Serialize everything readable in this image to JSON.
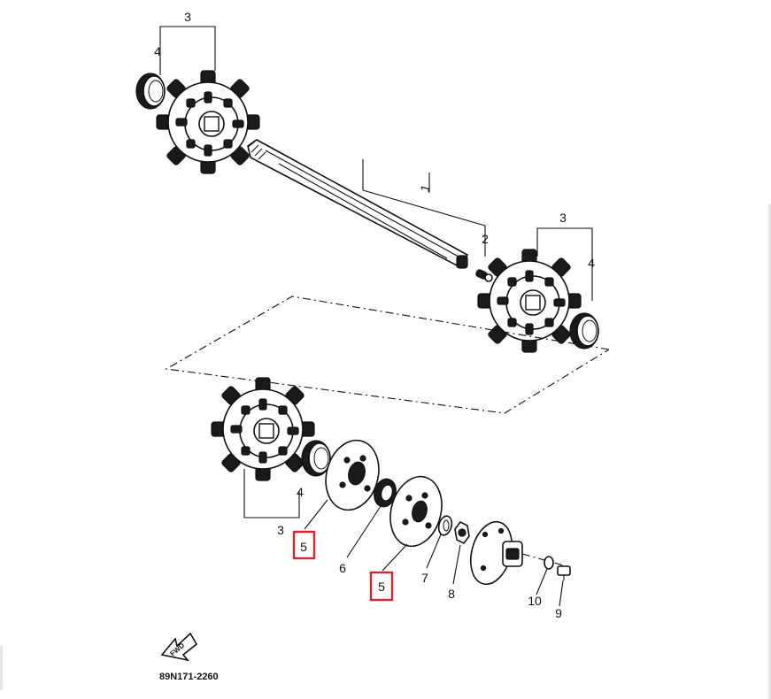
{
  "diagram": {
    "part_numbers": {
      "p1": "1",
      "p2": "2",
      "p3_top": "3",
      "p4_top": "4",
      "p3_right": "3",
      "p4_right": "4",
      "p3_bottom": "3",
      "p4_bottom": "4",
      "p5_left": "5",
      "p5_right": "5",
      "p6": "6",
      "p7": "7",
      "p8": "8",
      "p9": "9",
      "p10": "10"
    },
    "find_arrow_text": "FWD",
    "drawing_code": "89N171-2260",
    "highlight_color": "#e0202a"
  }
}
